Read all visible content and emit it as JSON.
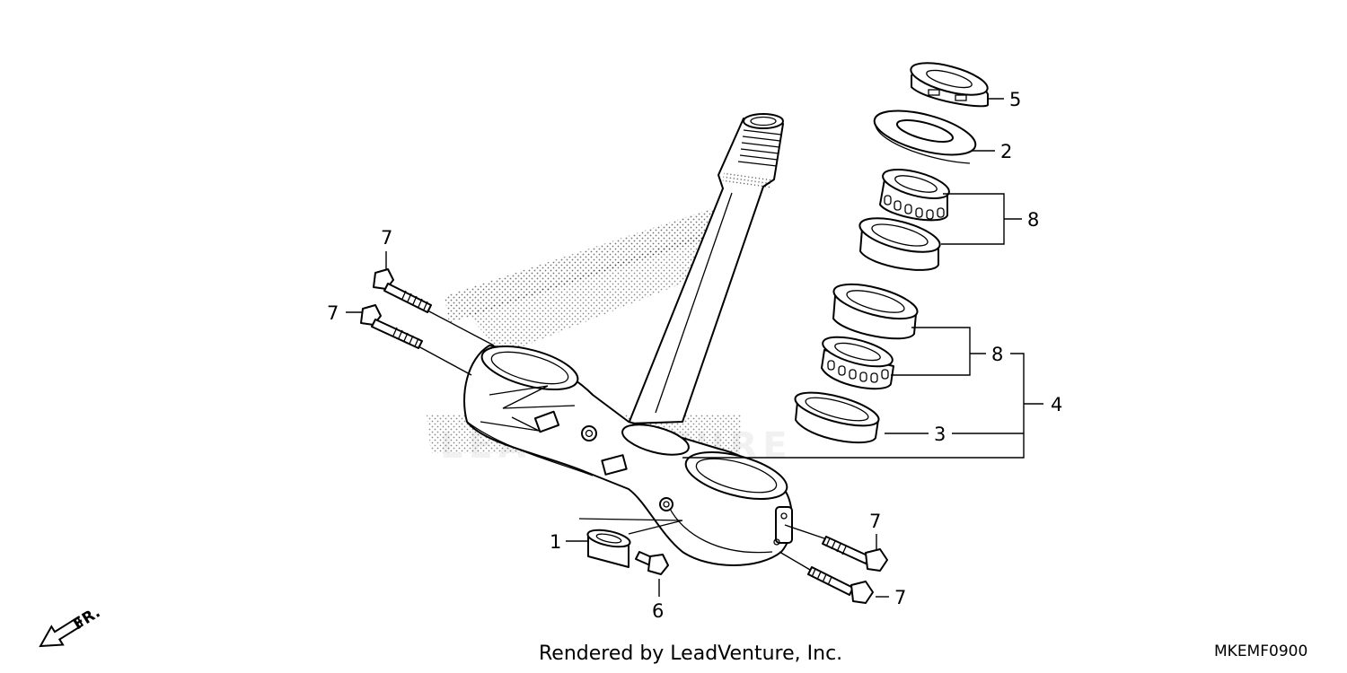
{
  "diagram": {
    "callouts": [
      {
        "id": "c5",
        "label": "5"
      },
      {
        "id": "c2",
        "label": "2"
      },
      {
        "id": "c8a",
        "label": "8"
      },
      {
        "id": "c8b",
        "label": "8"
      },
      {
        "id": "c4",
        "label": "4"
      },
      {
        "id": "c3",
        "label": "3"
      },
      {
        "id": "c7a",
        "label": "7"
      },
      {
        "id": "c7b",
        "label": "7"
      },
      {
        "id": "c7c",
        "label": "7"
      },
      {
        "id": "c7d",
        "label": "7"
      },
      {
        "id": "c1",
        "label": "1"
      },
      {
        "id": "c6",
        "label": "6"
      }
    ],
    "direction_label": "FR.",
    "watermark": "LEADVENTURE"
  },
  "footer": {
    "credit": "Rendered by LeadVenture, Inc.",
    "code": "MKEMF0900"
  }
}
